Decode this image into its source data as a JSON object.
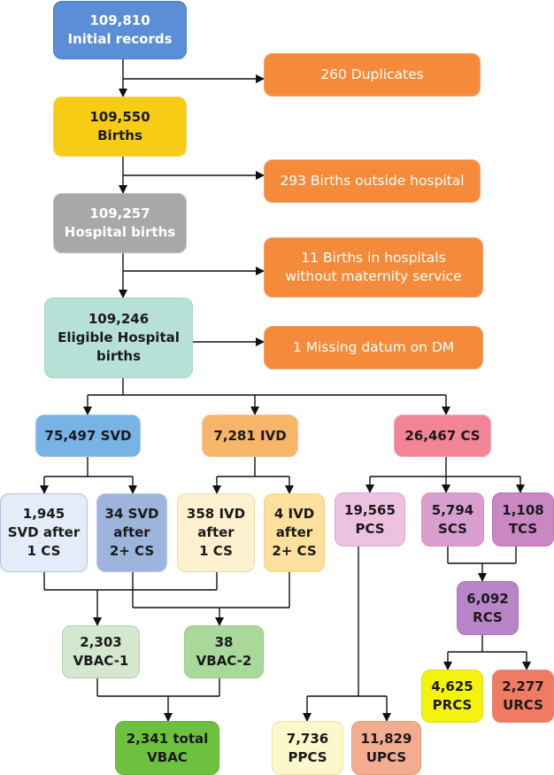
{
  "nodes": {
    "initial": {
      "lines": [
        "109,810",
        "Initial records"
      ]
    },
    "dup": {
      "lines": [
        "260 Duplicates"
      ]
    },
    "births": {
      "lines": [
        "109,550",
        "Births"
      ]
    },
    "outside": {
      "lines": [
        "293 Births outside hospital"
      ]
    },
    "hospital": {
      "lines": [
        "109,257",
        "Hospital births"
      ]
    },
    "nomat": {
      "lines": [
        "11 Births in hospitals",
        "without maternity service"
      ]
    },
    "eligible": {
      "lines": [
        "109,246",
        "Eligible Hospital",
        "births"
      ]
    },
    "missing": {
      "lines": [
        "1 Missing datum on DM"
      ]
    },
    "svd": {
      "lines": [
        "75,497 SVD"
      ]
    },
    "ivd": {
      "lines": [
        "7,281 IVD"
      ]
    },
    "cs": {
      "lines": [
        "26,467 CS"
      ]
    },
    "svd1": {
      "lines": [
        "1,945",
        "SVD after",
        "1 CS"
      ]
    },
    "svd2": {
      "lines": [
        "34 SVD",
        "after",
        "2+ CS"
      ]
    },
    "ivd1": {
      "lines": [
        "358 IVD",
        "after",
        "1 CS"
      ]
    },
    "ivd2": {
      "lines": [
        "4 IVD",
        "after",
        "2+ CS"
      ]
    },
    "pcs": {
      "lines": [
        "19,565",
        "PCS"
      ]
    },
    "scs": {
      "lines": [
        "5,794",
        "SCS"
      ]
    },
    "tcs": {
      "lines": [
        "1,108",
        "TCS"
      ]
    },
    "vbac1": {
      "lines": [
        "2,303",
        "VBAC-1"
      ]
    },
    "vbac2": {
      "lines": [
        "38",
        "VBAC-2"
      ]
    },
    "rcs": {
      "lines": [
        "6,092",
        "RCS"
      ]
    },
    "prcs": {
      "lines": [
        "4,625",
        "PRCS"
      ]
    },
    "urcs": {
      "lines": [
        "2,277",
        "URCS"
      ]
    },
    "vbac": {
      "lines": [
        "2,341 total",
        "VBAC"
      ]
    },
    "ppcs": {
      "lines": [
        "7,736",
        "PPCS"
      ]
    },
    "upcs": {
      "lines": [
        "11,829",
        "UPCS"
      ]
    }
  },
  "colors": {
    "initial": "#5b8ed6",
    "births": "#f7cc14",
    "hospital": "#a8a8a8",
    "eligible": "#b7e0d6",
    "exclusion": "#f58b3a",
    "svd": "#78b3e6",
    "ivd": "#f7b56a",
    "cs": "#f28595",
    "svd_after": "#e3ecf8",
    "svd_after_2": "#9db4dd",
    "ivd_after": "#fdf1cf",
    "ivd_after_2": "#fde09c",
    "pcs": "#ecc2e0",
    "scs": "#d89ed0",
    "tcs": "#c987c4",
    "rcs": "#b886c8",
    "vbac": "#d4e8cf",
    "vbac2": "#a8d99a",
    "vbac_total": "#6cc13e",
    "prcs": "#f4f20e",
    "urcs": "#f07a62",
    "ppcs": "#fdf8cc",
    "upcs": "#f3ac90"
  }
}
